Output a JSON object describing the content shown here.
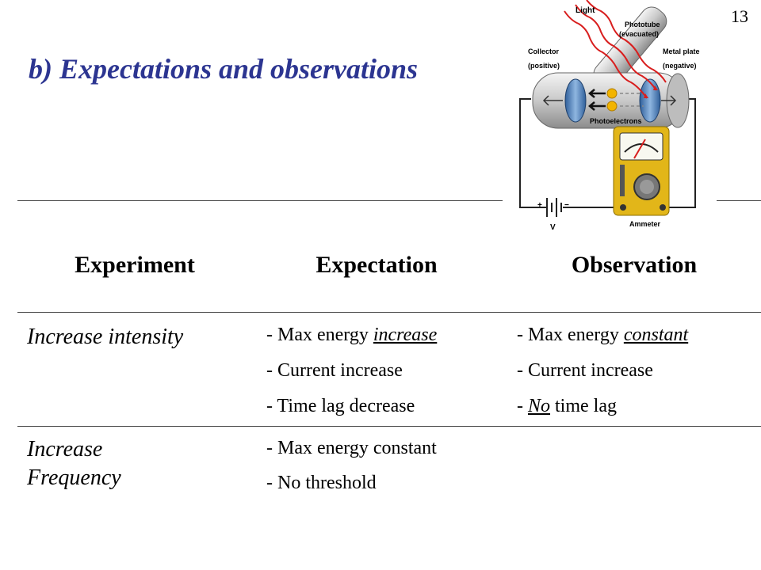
{
  "slide": {
    "page_number": "13",
    "title": "b) Expectations and observations"
  },
  "diagram": {
    "light": "Light",
    "phototube_1": "Phototube",
    "phototube_2": "(evacuated)",
    "collector_1": "Collector",
    "collector_2": "(positive)",
    "metal_plate_1": "Metal plate",
    "metal_plate_2": "(negative)",
    "photoelectrons": "Photoelectrons",
    "ammeter": "Ammeter",
    "plus": "+",
    "minus": "−",
    "voltage": "V"
  },
  "table": {
    "headers": {
      "experiment": "Experiment",
      "expectation": "Expectation",
      "observation": "Observation"
    },
    "rows": [
      {
        "experiment": "Increase intensity",
        "expectation": [
          {
            "prefix": "- Max energy ",
            "emph": "increase",
            "suffix": ""
          },
          {
            "prefix": "- Current increase",
            "emph": "",
            "suffix": ""
          },
          {
            "prefix": "- Time lag decrease",
            "emph": "",
            "suffix": ""
          }
        ],
        "observation": [
          {
            "prefix": "- Max energy ",
            "emph": "constant",
            "suffix": ""
          },
          {
            "prefix": "- Current increase",
            "emph": "",
            "suffix": ""
          },
          {
            "prefix": "- ",
            "emph": "No",
            "suffix": " time lag"
          }
        ]
      },
      {
        "experiment_line1": "Increase",
        "experiment_line2": "Frequency",
        "expectation": [
          {
            "prefix": "- Max energy constant",
            "emph": "",
            "suffix": ""
          },
          {
            "prefix": "- No threshold",
            "emph": "",
            "suffix": ""
          }
        ]
      }
    ]
  }
}
